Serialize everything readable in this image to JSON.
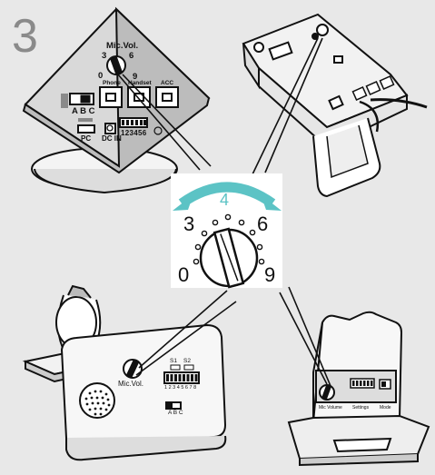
{
  "step_number": "3",
  "colors": {
    "background": "#e8e8e8",
    "accent": "#5cc3c5",
    "line": "#111111"
  },
  "dial": {
    "current": "4",
    "marks": [
      "3",
      "6",
      "0",
      "9"
    ]
  },
  "top_left_base": {
    "mic_vol_label": "Mic.Vol.",
    "dial_marks": [
      "3",
      "6",
      "0",
      "9"
    ],
    "port_labels": [
      "Phone",
      "Handset",
      "ACC"
    ],
    "switch_label": "A B C",
    "pc_label": "PC",
    "dc_label": "DC IN",
    "dip_numbers": "123456"
  },
  "bottom_left_base": {
    "mic_vol_label": "Mic.Vol.",
    "s_labels": [
      "S1",
      "S2"
    ],
    "dip_numbers": "1 2 3 4 5 6 7 8",
    "switch_label": "A B C"
  },
  "bottom_right_base": {
    "labels": [
      "Mic Volume",
      "Settings",
      "Mode"
    ]
  }
}
